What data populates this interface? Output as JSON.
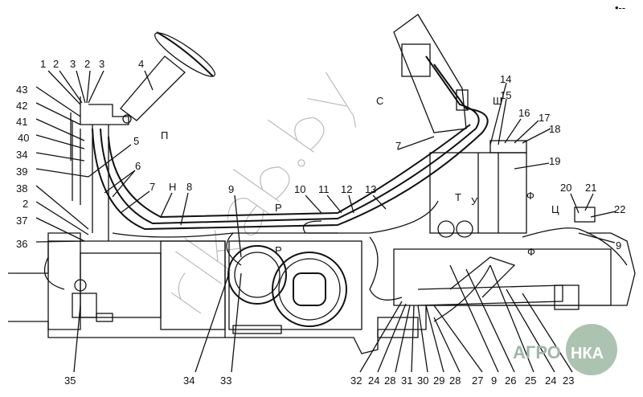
{
  "watermark": "rlkab.by",
  "logo": {
    "text_left": "АГРО",
    "text_right": "НКА",
    "color": "#9fb8a3"
  },
  "corner_mark": "•--",
  "labels": {
    "top": [
      "1",
      "2",
      "3",
      "2",
      "3",
      "4"
    ],
    "left": [
      "43",
      "42",
      "41",
      "40",
      "34",
      "39",
      "38",
      "2",
      "37",
      "36"
    ],
    "middle": [
      "5",
      "6",
      "7",
      "Н",
      "8",
      "9",
      "10",
      "11",
      "12",
      "13",
      "П",
      "С",
      "Ш",
      "7",
      "Р",
      "Р"
    ],
    "right": [
      "14",
      "15",
      "16",
      "17",
      "18",
      "19",
      "20",
      "21",
      "22",
      "9",
      "Т",
      "У",
      "Ф",
      "Ц",
      "Ф"
    ],
    "bottom": [
      "35",
      "34",
      "33",
      "32",
      "24",
      "28",
      "31",
      "30",
      "29",
      "28",
      "27",
      "9",
      "26",
      "25",
      "24",
      "23"
    ]
  }
}
